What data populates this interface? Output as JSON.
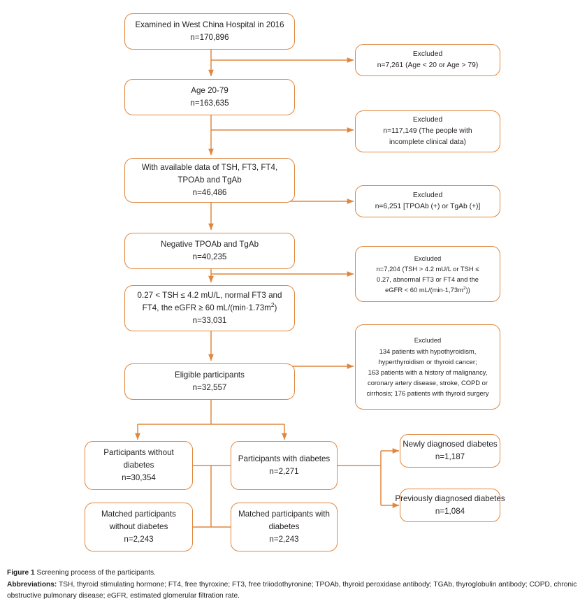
{
  "figure": {
    "accent_color": "#e0873f",
    "text_color": "#231f20",
    "background": "#ffffff",
    "caption_label": "Figure 1",
    "caption_title": "Screening process of the participants.",
    "abbreviations_label": "Abbreviations:",
    "abbreviations_text": "TSH, thyroid stimulating hormone; FT4, free thyroxine; FT3, free triiodothyronine; TPOAb, thyroid peroxidase antibody; TGAb, thyroglobulin antibody; COPD, chronic obstructive pulmonary disease; eGFR, estimated glomerular filtration rate."
  },
  "nodes": {
    "examined": {
      "line1": "Examined in West China Hospital in 2016",
      "line2": "n=170,896"
    },
    "excluded_age": {
      "line1": "Excluded",
      "line2": "n=7,261 (Age < 20 or Age > 79)"
    },
    "age_range": {
      "line1": "Age 20-79",
      "line2": "n=163,635"
    },
    "excluded_incomplete": {
      "line1": "Excluded",
      "line2": "n=117,149 (The people with",
      "line3": "incomplete clinical data)"
    },
    "available_data": {
      "line1": "With available data of TSH, FT3, FT4,",
      "line2": "TPOAb and TgAb",
      "line3": "n=46,486"
    },
    "excluded_antibody": {
      "line1": "Excluded",
      "line2": "n=6,251 [TPOAb (+) or TgAb (+)]"
    },
    "negative_antibody": {
      "line1": "Negative TPOAb and TgAb",
      "line2": "n=40,235"
    },
    "excluded_thyroid_function": {
      "line1": "Excluded",
      "line2": "n=7,204 (TSH > 4.2 mU/L or TSH ≤",
      "line3": "0.27, abnormal FT3 or FT4 and the",
      "line4_a": "eGFR < 60 mL/(min·1,73m",
      "line4_sup": "2",
      "line4_b": "))"
    },
    "normal_range": {
      "line1": "0.27 < TSH ≤ 4.2 mU/L, normal FT3 and",
      "line2_a": "FT4, the eGFR ≥ 60 mL/(min·1.73m",
      "line2_sup": "2",
      "line2_b": ")",
      "line3": "n=33,031"
    },
    "excluded_comorbidity": {
      "line1": "Excluded",
      "line2": "134 patients with hypothyroidism,",
      "line3": "hyperthyroidism or thyroid cancer;",
      "line4": "163 patients with a history of malignancy,",
      "line5": "coronary artery disease, stroke, COPD or",
      "line6": "cirrhosis; 176 patients with thyroid surgery"
    },
    "eligible": {
      "line1": "Eligible participants",
      "line2": "n=32,557"
    },
    "without_diabetes": {
      "line1": "Participants without",
      "line2": "diabetes",
      "line3": "n=30,354"
    },
    "with_diabetes": {
      "line1": "Participants with diabetes",
      "line2": "n=2,271"
    },
    "newly_diagnosed": {
      "line1": "Newly diagnosed diabetes",
      "line2": "n=1,187"
    },
    "previously_diagnosed": {
      "line1": "Previously diagnosed diabetes",
      "line2": "n=1,084"
    },
    "matched_without": {
      "line1": "Matched participants",
      "line2": "without diabetes",
      "line3": "n=2,243"
    },
    "matched_with": {
      "line1": "Matched participants with",
      "line2": "diabetes",
      "line3": "n=2,243"
    }
  }
}
